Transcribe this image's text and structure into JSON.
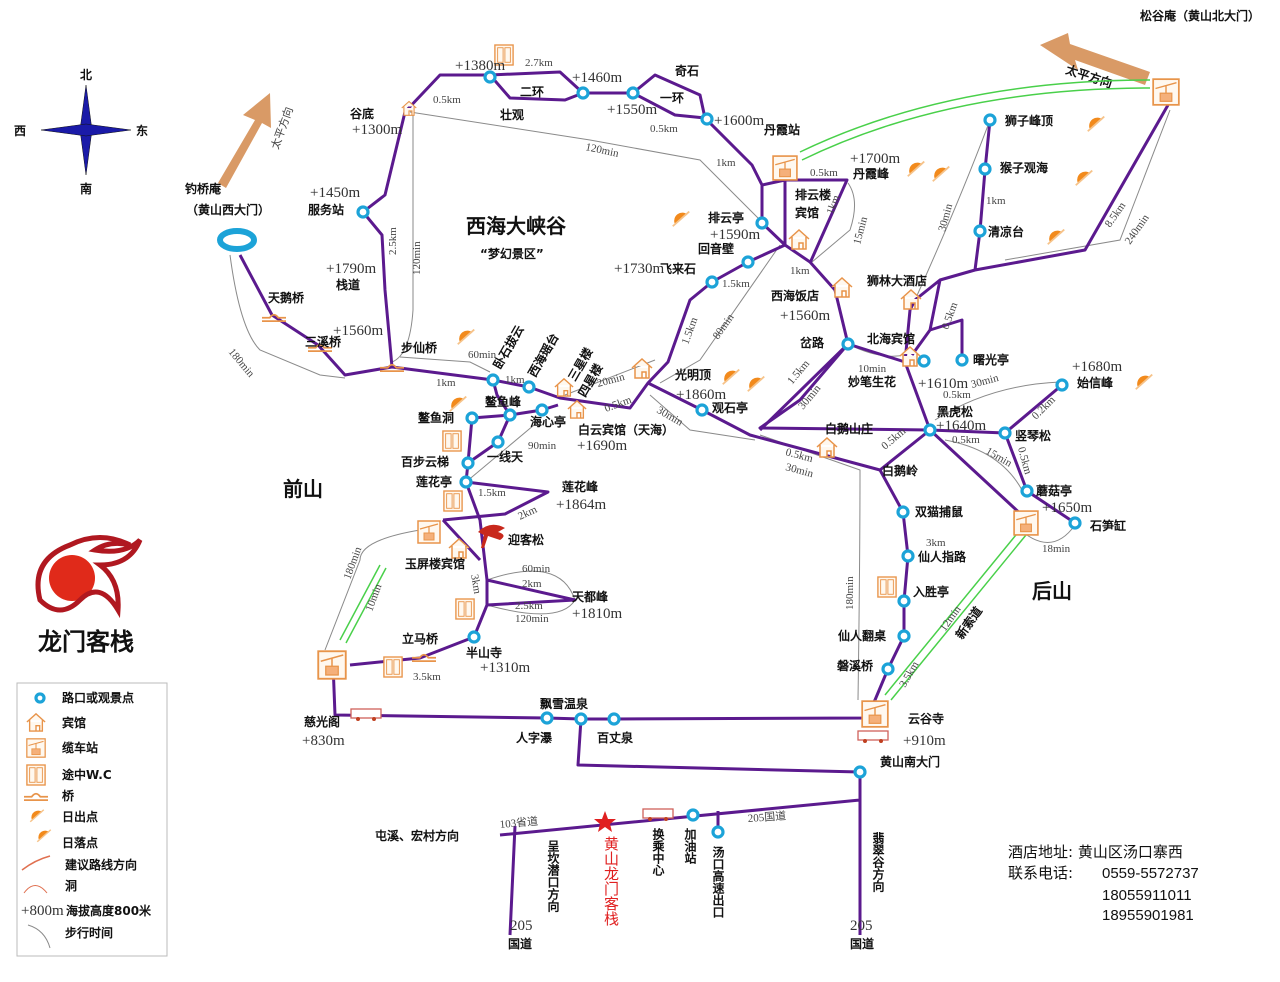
{
  "compass": {
    "n": "北",
    "e": "东",
    "s": "南",
    "w": "西"
  },
  "gates": {
    "west_name": "钓桥庵",
    "west_sub": "（黄山西大门）",
    "west_dir": "太平方向",
    "north_name": "松谷庵（黄山北大门）",
    "north_dir": "太平方向",
    "south": "黄山南大门"
  },
  "regions": {
    "canyon": "西海大峡谷",
    "canyon_sub": "“梦幻景区”",
    "front": "前山",
    "back": "后山"
  },
  "logo": "龙门客栈",
  "p": {
    "gudi": "谷底",
    "gudi_e": "+1300m",
    "e1380": "+1380m",
    "d27": "2.7km",
    "e1460": "+1460m",
    "erhuan": "二环",
    "zhuangguan": "壮观",
    "e1550": "+1550m",
    "qishi": "奇石",
    "yihuan": "一环",
    "e1600": "+1600m",
    "d05a": "0.5km",
    "d05b": "0.5km",
    "danxiazhan": "丹霞站",
    "d1a": "1km",
    "t120a": "120min",
    "fuwu_e": "+1450m",
    "fuwu": "服务站",
    "d25": "2.5km",
    "t120b": "120min",
    "zhandao_e": "+1790m",
    "zhandao": "栈道",
    "tianeqiao": "天鹅桥",
    "sanxiqiao": "三溪桥",
    "e1560a": "+1560m",
    "t180a": "180min",
    "buxianqiao": "步仙桥",
    "d1b": "1km",
    "t60": "60min",
    "d1c": "1km",
    "woshi": "卧石拔云",
    "yaotai": "西海瑶台",
    "sanxing": "三星楼",
    "sixing": "四星楼",
    "t20": "20min",
    "d05c": "0.5km",
    "baiyun": "白云宾馆（天海）",
    "baiyun_e": "+1690m",
    "aoyufeng": "鳌鱼峰",
    "aoyudong": "鳌鱼洞",
    "haixin": "海心亭",
    "t90": "90min",
    "yixiantian": "一线天",
    "baibu": "百步云梯",
    "lianhuating": "莲花亭",
    "d15a": "1.5km",
    "lianhuafeng": "莲花峰",
    "lianhuafeng_e": "+1864m",
    "d2a": "2km",
    "yingkesong": "迎客松",
    "yuping": "玉屏楼宾馆",
    "d3a": "3km",
    "t60b": "60min",
    "d2b": "2km",
    "d25b": "2.5km",
    "t120c": "120min",
    "tiandu": "天都峰",
    "tiandu_e": "+1810m",
    "t180b": "180min",
    "t10": "10min",
    "lima": "立马桥",
    "d35a": "3.5km",
    "banshan": "半山寺",
    "banshan_e": "+1310m",
    "ciguang": "慈光阁",
    "ciguang_e": "+830m",
    "renzi": "人字瀑",
    "piaoxue": "飘雪温泉",
    "baizhang": "百丈泉",
    "yungu": "云谷寺",
    "yungu_e": "+910m",
    "guangming": "光明顶",
    "guangming_e": "+1860m",
    "guanshi": "观石亭",
    "t30a": "30min",
    "d15b": "1.5km",
    "t80": "80min",
    "d15c": "1.5km",
    "feilai_e": "+1730m",
    "feilai": "飞来石",
    "huiyin": "回音壁",
    "paiyunting": "排云亭",
    "paiyunting_e": "+1590m",
    "d1d": "1km",
    "xihai": "西海饭店",
    "xihai_e": "+1560m",
    "paiyunlou1": "排云楼",
    "paiyunlou2": "宾馆",
    "d05d": "0.5km",
    "danxia_e": "+1700m",
    "danxia": "丹霞峰",
    "d1e": "1km",
    "t15a": "15min",
    "chalu": "岔路",
    "d15d": "1.5km",
    "t30b": "30min",
    "t10b": "10min",
    "beihai": "北海宾馆",
    "miaobi": "妙笔生花",
    "e1610": "+1610m",
    "shilin": "狮林大酒店",
    "t30c": "30min",
    "d05e": "0.5km",
    "shizi": "狮子峰顶",
    "houzi": "猴子观海",
    "d1f": "1km",
    "qingliang": "清凉台",
    "shuguang": "曙光亭",
    "d85": "8.5km",
    "t240": "240min",
    "d05f": "0.5km",
    "t30d": "30min",
    "shixin_e": "+1680m",
    "shixin": "始信峰",
    "d02": "0.2km",
    "heihu": "黑虎松",
    "heihu_e": "+1640m",
    "d05g": "0.5km",
    "shuqin": "竖琴松",
    "t15b": "15min",
    "d05h": "0.5km",
    "baieshan": "白鹅山庄",
    "d05i": "0.5km",
    "t30e": "30min",
    "baieling": "白鹅岭",
    "mogu": "蘑菇亭",
    "mogu_e": "+1650m",
    "shisun": "石笋缸",
    "t18": "18min",
    "shuangmao": "双猫捕鼠",
    "d3b": "3km",
    "xianren": "仙人指路",
    "rusheng": "入胜亭",
    "t180c": "180min",
    "t12": "12min",
    "xinsuodao": "新索道",
    "fanzhuo": "仙人翻桌",
    "panxi": "磐溪桥",
    "d35b": "3.5km"
  },
  "roads": {
    "r103": "103省道",
    "tunxi": "屯溪、宏村方向",
    "chengkan": "呈坎潜口方向",
    "n205a": "205",
    "g205a": "国道",
    "r205": "205国道",
    "n205b": "205",
    "g205b": "国道",
    "hotel": "黄山龙门客栈",
    "huancheng": "换乘中心",
    "jiayou": "加油站",
    "tangkou": "汤口高速出口",
    "feicui": "翡翠谷方向"
  },
  "contact": {
    "address": "酒店地址: 黄山区汤口寨西",
    "phone_label": "联系电话: ",
    "phone1": "0559-5572737",
    "phone2": "18055911011",
    "phone3": "18955901981"
  },
  "legend": {
    "node": "路口或观景点",
    "hotel": "宾馆",
    "cable": "缆车站",
    "wc": "途中W.C",
    "bridge": "桥",
    "sunrise": "日出点",
    "sunset": "日落点",
    "route": "建议路线方向",
    "cave": "洞",
    "alt_sym": "+800m",
    "alt": "海拔高度800米",
    "walk": "步行时间"
  },
  "colors": {
    "route": "#5b1a8e",
    "node": "#1ca3d8",
    "icon": "#e8944a",
    "cableway": "#49d04a",
    "hotel_mark": "#e02020"
  }
}
